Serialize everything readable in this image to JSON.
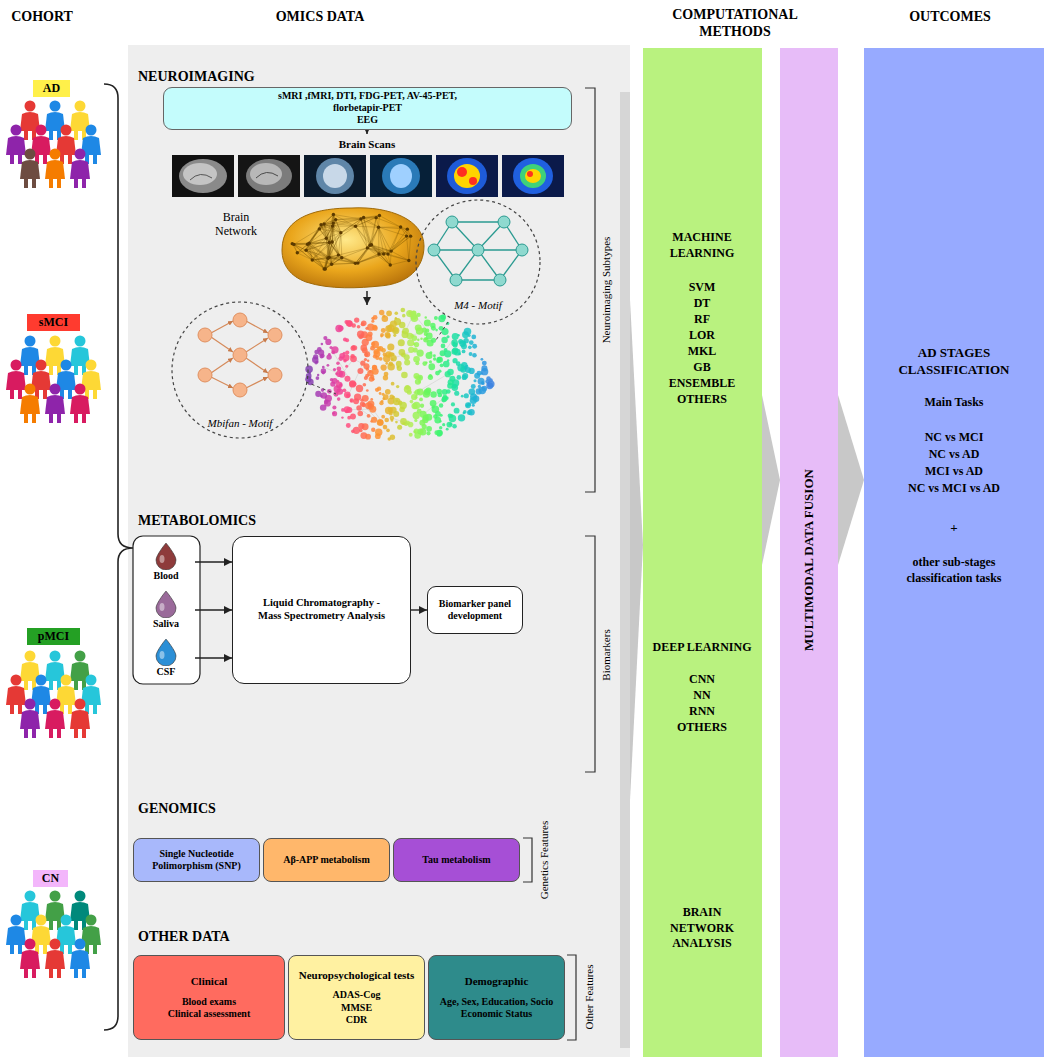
{
  "diagram": {
    "nodes": [
      {
        "text": [
          "AD"
        ]
      },
      {
        "text": [
          "sMCI"
        ]
      },
      {
        "text": [
          "pMCI"
        ]
      },
      {
        "text": [
          "CN"
        ]
      },
      {
        "text": [
          "NEUROIMAGING",
          "METABOLOMICS",
          "GENOMICS",
          "OTHER DATA"
        ]
      },
      {
        "text": [
          "sMRI ,fMRI, DTI, FDG-PET, AV-45-PET, florbetapir-PET",
          "EEG"
        ],
        "in": 4
      },
      {
        "text": [
          "Blood"
        ],
        "in": 4
      },
      {
        "text": [
          "Saliva"
        ],
        "in": 4
      },
      {
        "text": [
          "CSF"
        ],
        "in": 4
      },
      {
        "text": [
          "Liquid Chromatography -Mass Spectrometry Analysis"
        ],
        "in": 4
      },
      {
        "text": [
          "Biomarker panel development"
        ],
        "in": 4
      },
      {
        "text": [
          "Single Nucleotide Polimorphism (SNP)"
        ],
        "in": 4
      },
      {
        "text": [
          "Aβ-APP metabolism"
        ],
        "in": 4
      },
      {
        "text": [
          "Tau metabolism"
        ],
        "in": 4
      },
      {
        "text": [
          "Clinical",
          "Blood exams",
          "Clinical assessment"
        ],
        "in": 4
      },
      {
        "text": [
          "Neuropsychological tests",
          "ADAS-Cog",
          "MMSE",
          "CDR"
        ],
        "in": 4
      },
      {
        "text": [
          "Demographic",
          "Age, Sex, Education, Socio Economic Status"
        ],
        "in": 4
      },
      {
        "text": [
          "MACHINE LEARNING",
          "SVM",
          "DT",
          "RF",
          "LOR",
          "MKL",
          "GB",
          "ENSEMBLE",
          "OTHERS",
          "DEEP LEARNING",
          "CNN",
          "NN",
          "RNN",
          "OTHERS",
          "BRAIN NETWORK ANALYSIS"
        ]
      },
      {
        "text": [
          "MULTIMODAL DATA FUSION"
        ]
      },
      {
        "text": [
          "AD STAGES CLASSIFICATION",
          "Main Tasks",
          "NC vs MCI",
          "NC vs AD",
          "MCI vs AD",
          "NC vs MCI vs AD",
          "+",
          "other sub-stages classification tasks"
        ]
      }
    ],
    "edges": [
      {
        "from": 6,
        "to": 9,
        "arrow": "to"
      },
      {
        "from": 7,
        "to": 9,
        "arrow": "to"
      },
      {
        "from": 8,
        "to": 9,
        "arrow": "to"
      },
      {
        "from": 9,
        "to": 10,
        "arrow": "to"
      },
      {
        "from": 4,
        "to": 17,
        "arrow": "to"
      },
      {
        "from": 17,
        "to": 18,
        "arrow": "to"
      },
      {
        "from": 18,
        "to": 19,
        "arrow": "to"
      }
    ],
    "labels": [
      "COHORT",
      "OMICS DATA",
      "COMPUTATIONAL METHODS",
      "OUTCOMES",
      "Brain Scans",
      "Brain Network",
      "Mbifan - Motif",
      "M4 - Motif",
      "Neuroimaging Subtypes",
      "Biomarkers",
      "Genetics Features",
      "Other Features"
    ]
  }
}
